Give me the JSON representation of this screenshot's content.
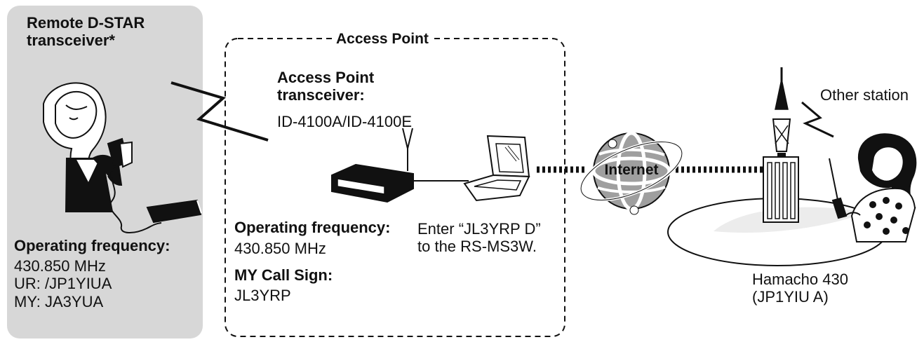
{
  "remote_group": {
    "title": "Remote D-STAR\ntransceiver*",
    "freq_heading": "Operating frequency:",
    "details": "430.850 MHz\nUR: /JP1YIUA\nMY: JA3YUA"
  },
  "access_point": {
    "group_title": "Access Point",
    "transceiver_heading": "Access Point\ntransceiver:",
    "transceiver_model": "ID-4100A/ID-4100E",
    "freq_heading": "Operating frequency:",
    "freq_value": "430.850 MHz",
    "callsign_heading": "MY Call Sign:",
    "callsign_value": "JL3YRP",
    "instruction": "Enter “JL3YRP D”\nto the RS-MS3W."
  },
  "network": {
    "internet_label": "Internet"
  },
  "other_station": {
    "label": "Other station",
    "repeater_name": "Hamacho 430\n(JP1YIU A)"
  },
  "colors": {
    "panel_gray": "#d7d7d7",
    "line_black": "#111111",
    "globe_gray": "#9f9f9f",
    "ground_fill": "#ececec"
  }
}
